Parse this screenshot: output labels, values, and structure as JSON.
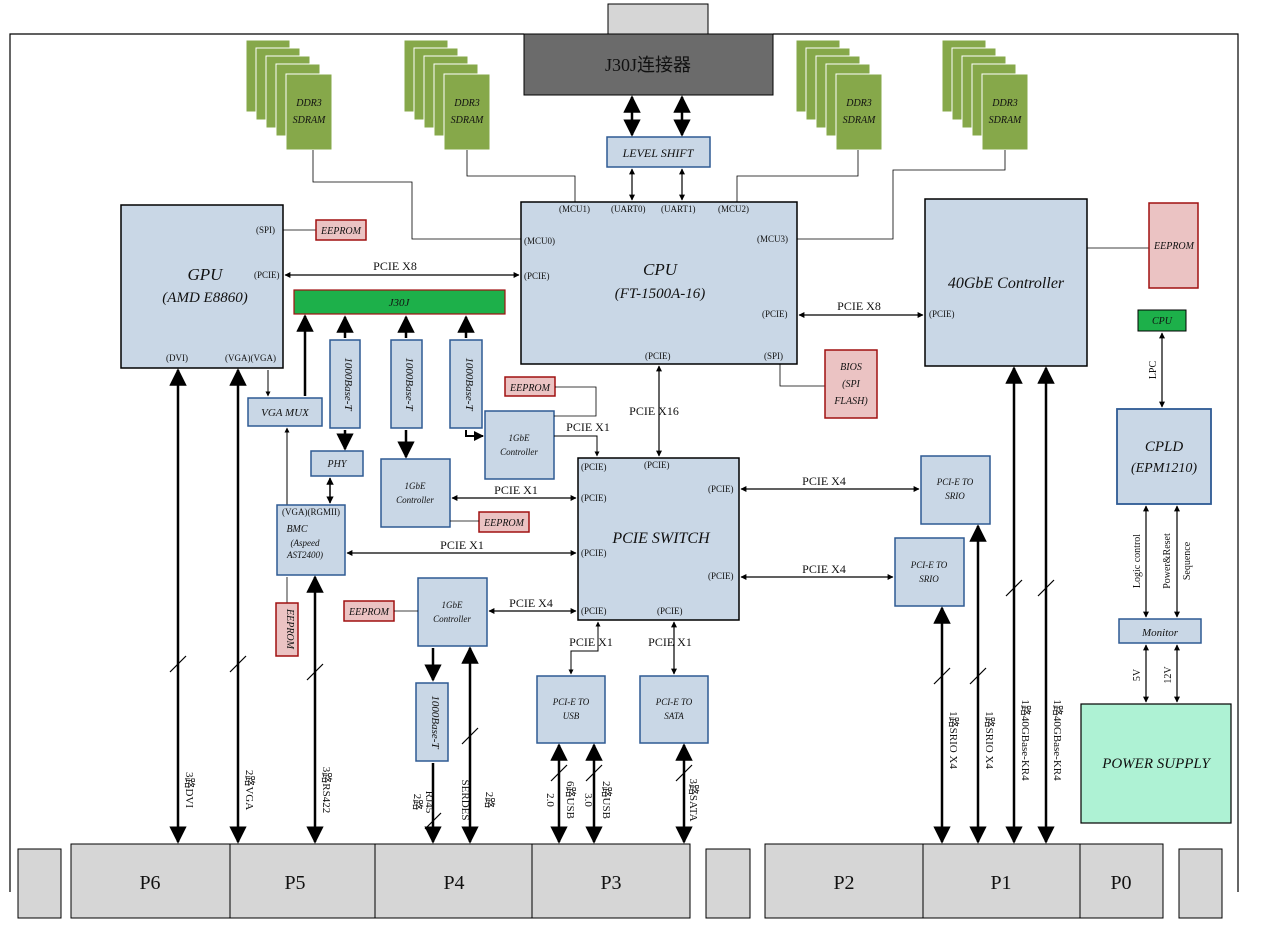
{
  "connector": {
    "name": "J30J连接器"
  },
  "level_shift": "LEVEL SHIFT",
  "ddr": [
    "DDR3",
    "SDRAM"
  ],
  "gpu": {
    "title": "GPU",
    "subtitle": "(AMD E8860)",
    "spi": "(SPI)",
    "pcie": "(PCIE)",
    "dvi": "(DVI)",
    "vga": "(VGA)(VGA)"
  },
  "cpu": {
    "title": "CPU",
    "subtitle": "(FT-1500A-16)",
    "mcu0": "(MCU0)",
    "mcu1": "(MCU1)",
    "uart0": "(UART0)",
    "uart1": "(UART1)",
    "mcu2": "(MCU2)",
    "mcu3": "(MCU3)",
    "pcie_left": "(PCIE)",
    "pcie_right": "(PCIE)",
    "pcie_bottom": "(PCIE)",
    "spi": "(SPI)"
  },
  "controller40g": {
    "title": "40GbE Controller",
    "pcie": "(PCIE)"
  },
  "eeprom": "EEPROM",
  "cpu_tag": "CPU",
  "lpc": "LPC",
  "cpld": {
    "title": "CPLD",
    "subtitle": "(EPM1210)"
  },
  "logic_control": "Logic control",
  "power_reset": [
    "Power&Reset",
    "Sequence"
  ],
  "monitor": "Monitor",
  "v5": "5V",
  "v12": "12V",
  "power_supply": "POWER SUPPLY",
  "bios": [
    "BIOS",
    "(SPI",
    "FLASH)"
  ],
  "j30j": "J30J",
  "base_t": "1000Base-T",
  "phy": "PHY",
  "vga_mux": "VGA MUX",
  "gbe": [
    "1GbE",
    "Controller"
  ],
  "bmc": {
    "ports": "(VGA)(RGMII)",
    "title": "BMC",
    "vendor": "(Aspeed",
    "model": "AST2400)"
  },
  "pcie_switch": {
    "title": "PCIE SWITCH",
    "pcie": "(PCIE)"
  },
  "pcie_to_srio": [
    "PCI-E TO",
    "SRIO"
  ],
  "pcie_to_usb": [
    "PCI-E TO",
    "USB"
  ],
  "pcie_to_sata": [
    "PCI-E TO",
    "SATA"
  ],
  "links": {
    "x1": "PCIE X1",
    "x4": "PCIE X4",
    "x8": "PCIE X8",
    "x16": "PCIE X16"
  },
  "bus_labels": {
    "dvi": "3路DVI",
    "vga": "2路VGA",
    "rs422": "3路RS422",
    "rj45": [
      "2路",
      "RJ45"
    ],
    "serdes": [
      "2路",
      "SERDES"
    ],
    "usb2": [
      "6路USB",
      "2.0"
    ],
    "usb3": [
      "2路USB",
      "3.0"
    ],
    "sata": "3路SATA",
    "srio1": "1路SRIO X4",
    "srio2": "1路SRIO X4",
    "kr4a": "1路40GBase-KR4",
    "kr4b": "1路40GBase-KR4"
  },
  "connectors": [
    "P6",
    "P5",
    "P4",
    "P3",
    "P2",
    "P1",
    "P0"
  ],
  "colors": {
    "box_fill": "#c9d7e6",
    "box_stroke": "#2e5a94",
    "ddr_fill": "#86a84a",
    "eeprom_fill": "#ebc3c3",
    "eeprom_stroke": "#a01010",
    "green_bar": "#1db04a",
    "connector_fill": "#6b6b6b",
    "power_fill": "#aef2d4",
    "port_fill": "#d6d6d6"
  }
}
